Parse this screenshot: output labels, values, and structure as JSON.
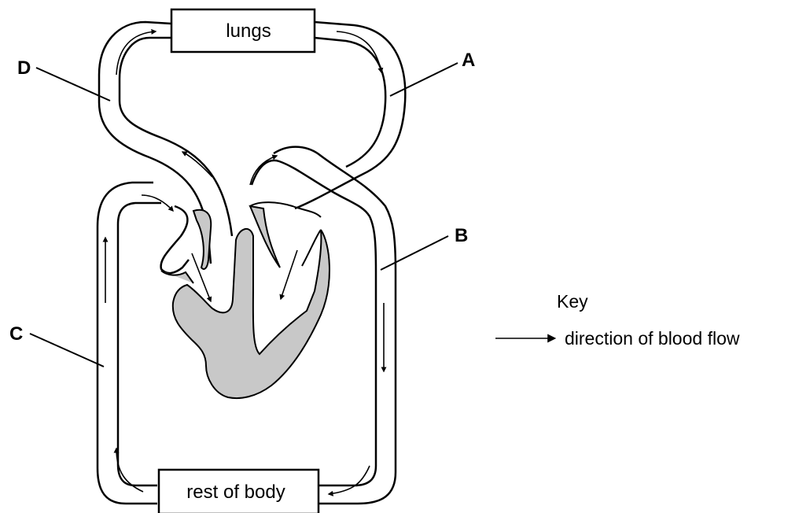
{
  "organs": {
    "lungs": "lungs",
    "body": "rest of body"
  },
  "labels": {
    "A": "A",
    "B": "B",
    "C": "C",
    "D": "D"
  },
  "key": {
    "title": "Key",
    "arrow_meaning": "direction of blood flow"
  },
  "colors": {
    "line": "#000000",
    "heart_fill": "#c8c8c8",
    "background": "#ffffff"
  }
}
